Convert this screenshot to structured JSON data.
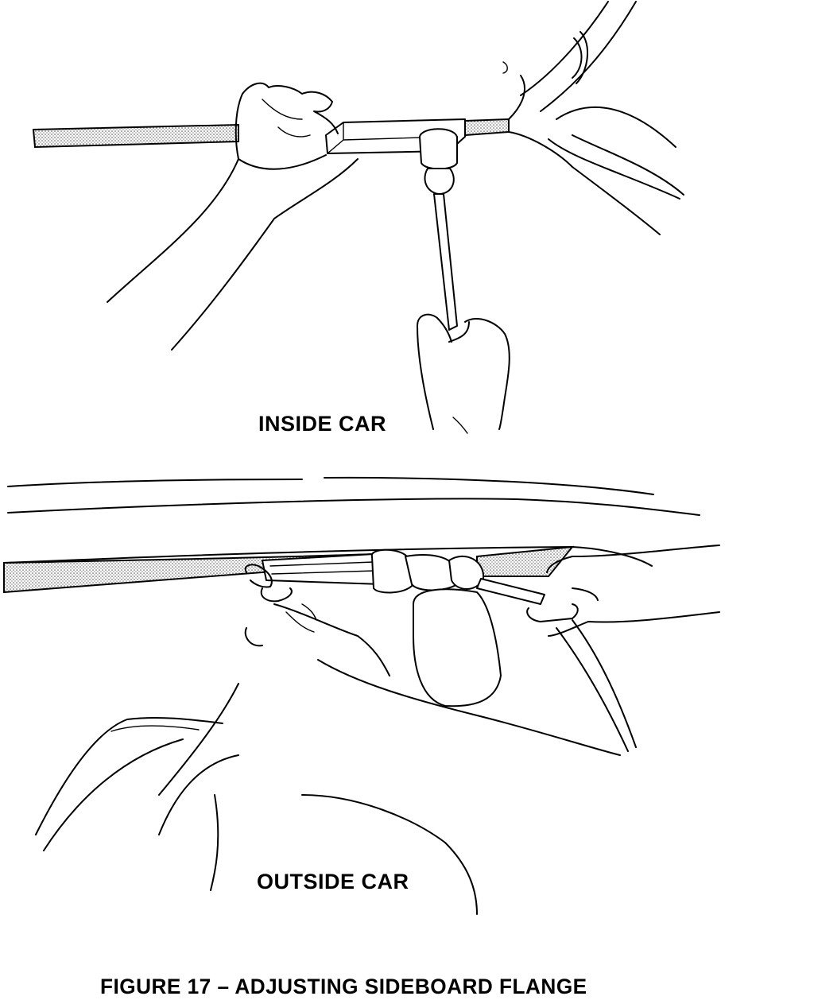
{
  "figure": {
    "inside_label": "INSIDE CAR",
    "outside_label": "OUTSIDE CAR",
    "caption": "FIGURE 17 – ADJUSTING SIDEBOARD FLANGE"
  }
}
